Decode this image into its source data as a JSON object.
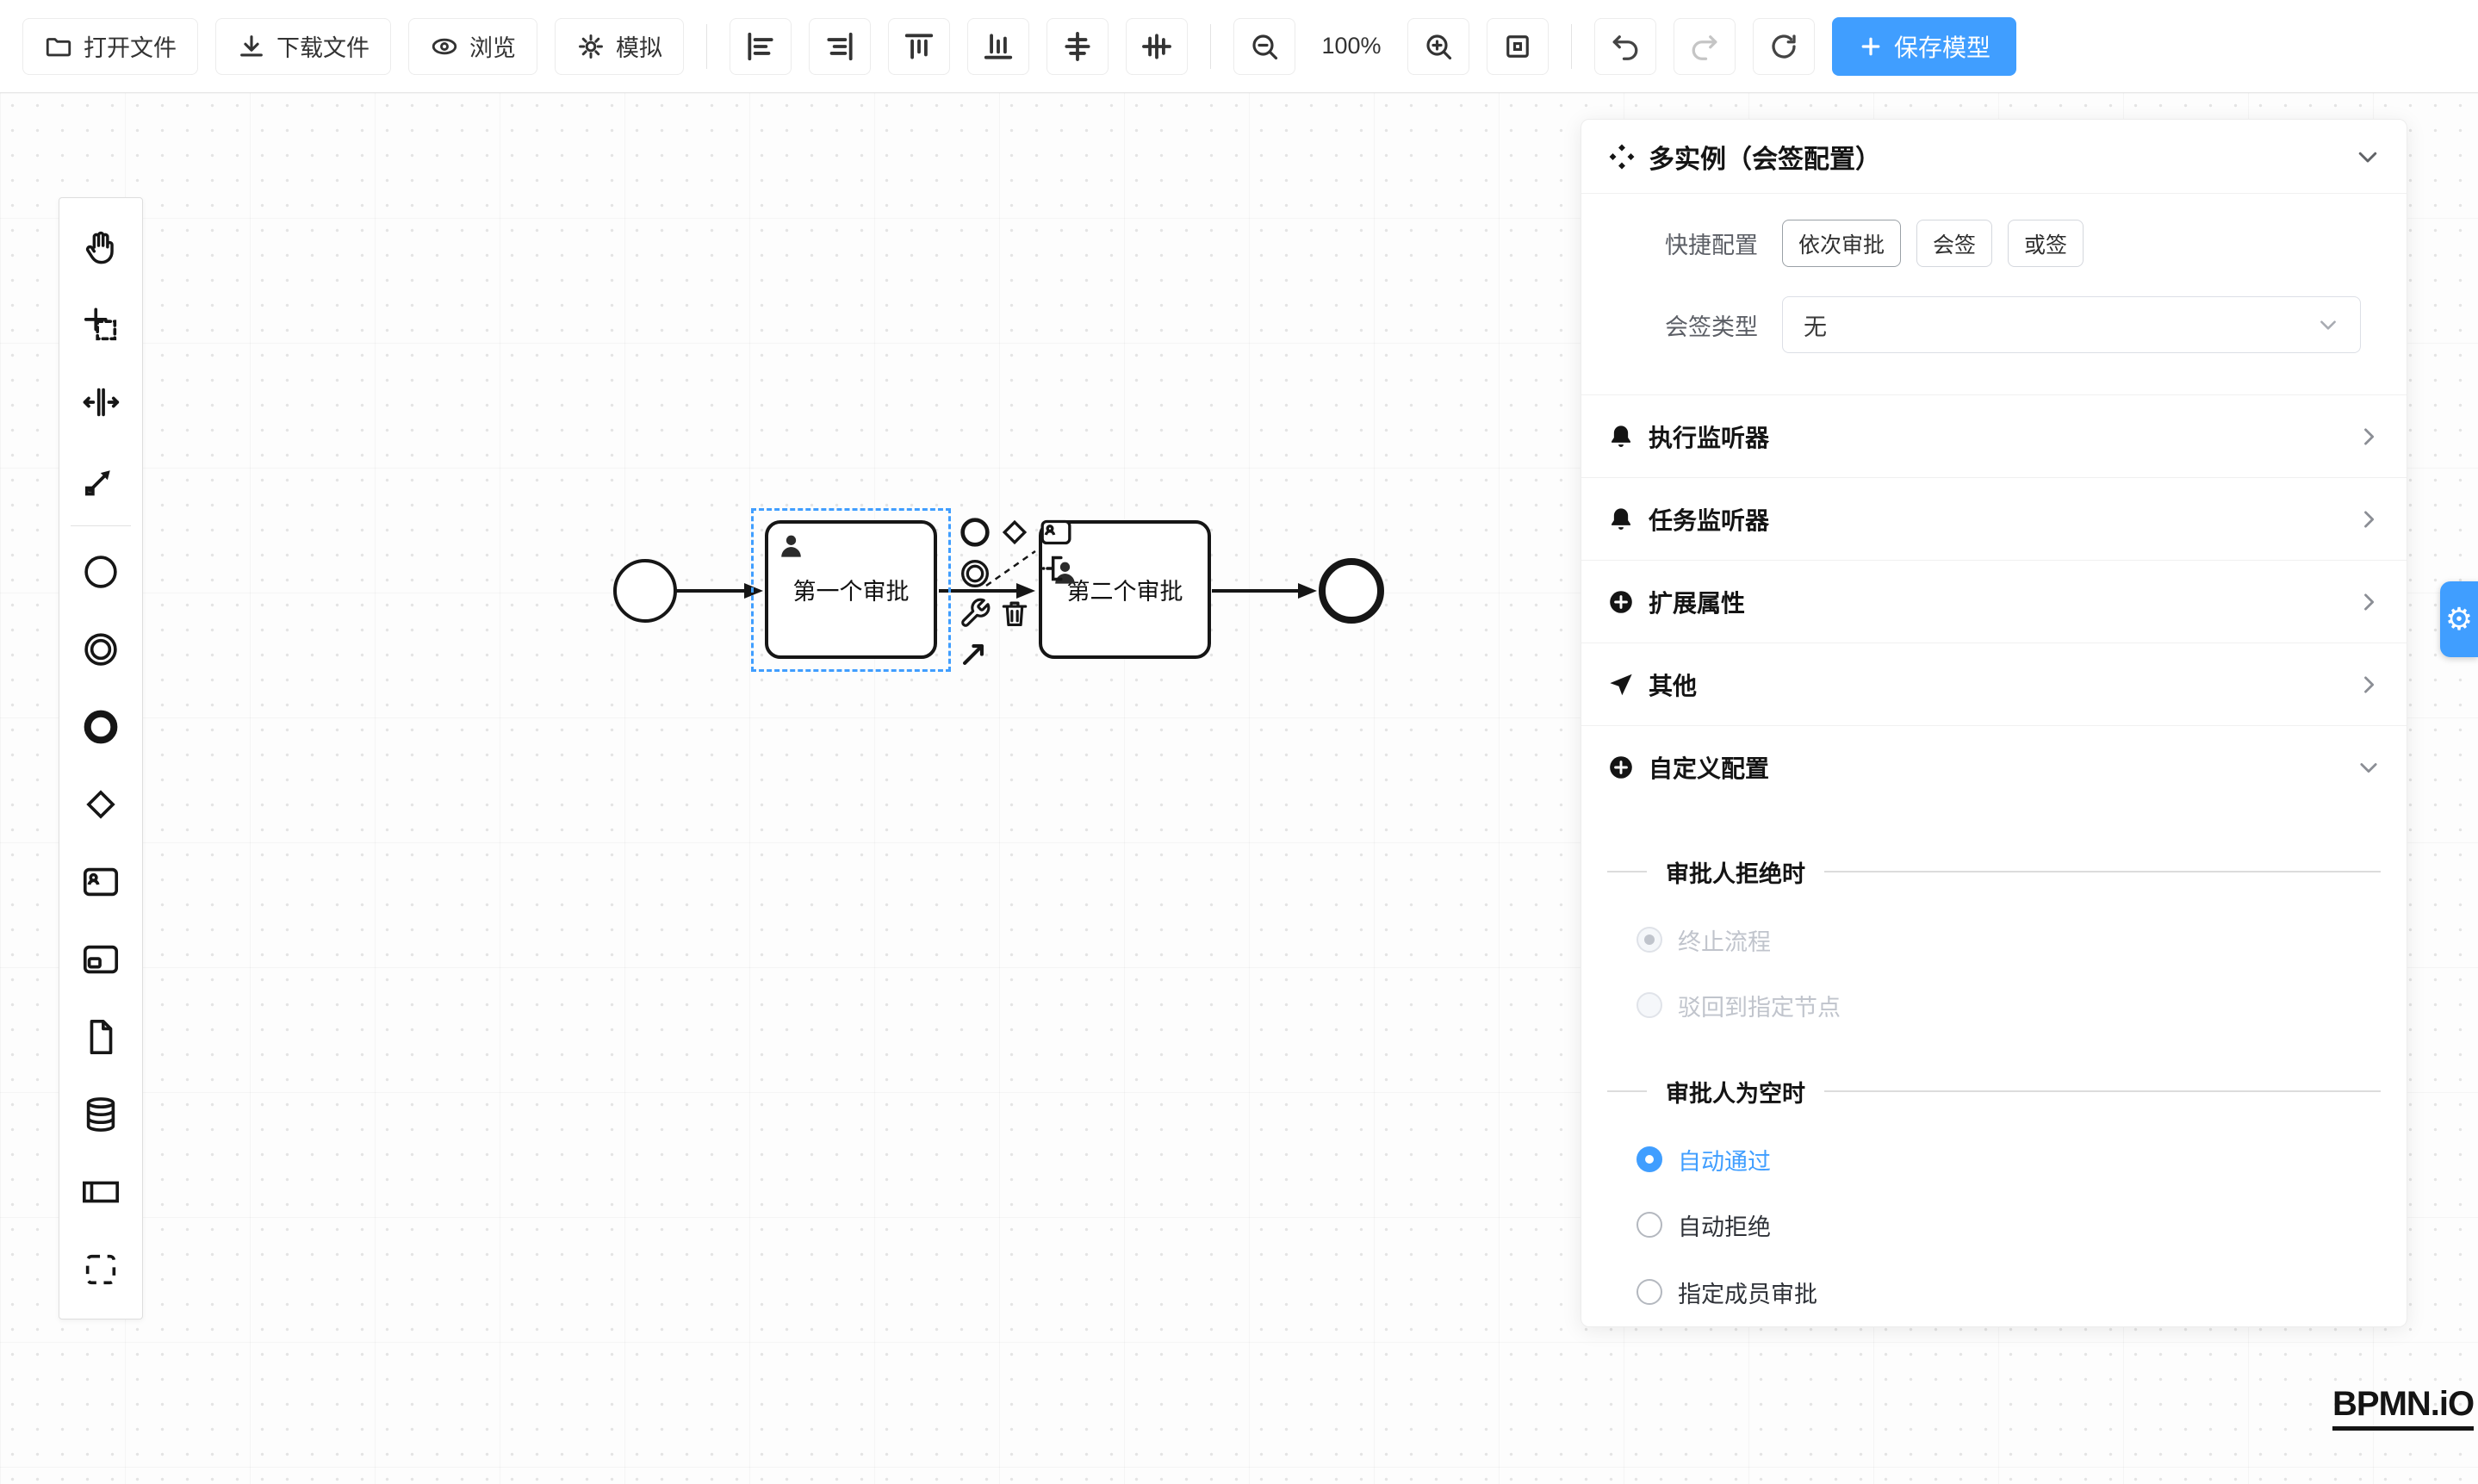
{
  "colors": {
    "accent": "#409EFF",
    "node_stroke": "#161616"
  },
  "toolbar": {
    "open": "打开文件",
    "download": "下载文件",
    "preview": "浏览",
    "simulate": "模拟",
    "zoom": "100%",
    "save": "保存模型",
    "icons": [
      "folder-open",
      "download-arrow",
      "eye",
      "gear",
      "align-left",
      "align-right",
      "align-top",
      "align-bottom",
      "align-center-horizontal",
      "align-center-vertical",
      "zoom-out",
      "zoom-in",
      "fit-viewport",
      "undo",
      "redo",
      "refresh",
      "plus"
    ]
  },
  "palette": {
    "items": [
      "hand-tool",
      "lasso-tool",
      "space-tool",
      "global-connect-tool",
      "start-event",
      "intermediate-event",
      "end-event",
      "gateway",
      "user-task",
      "subprocess",
      "data-object",
      "data-store",
      "participant",
      "group"
    ]
  },
  "canvas": {
    "tasks": [
      {
        "label": "第一个审批",
        "selected": true
      },
      {
        "label": "第二个审批",
        "selected": false
      }
    ],
    "context_pad": [
      "append-end-event",
      "append-gateway",
      "append-user-task",
      "append-intermediate-event",
      "text-annotation",
      "replace-wrench",
      "delete-trash",
      "connect-arrow"
    ]
  },
  "panel": {
    "title": "多实例（会签配置）",
    "quick_label": "快捷配置",
    "quick_options": [
      "依次审批",
      "会签",
      "或签"
    ],
    "type_label": "会签类型",
    "type_value": "无",
    "sections": [
      {
        "label": "执行监听器",
        "icon": "bell",
        "chevron": "right"
      },
      {
        "label": "任务监听器",
        "icon": "bell",
        "chevron": "right"
      },
      {
        "label": "扩展属性",
        "icon": "plus-circle",
        "chevron": "right"
      },
      {
        "label": "其他",
        "icon": "send",
        "chevron": "right"
      },
      {
        "label": "自定义配置",
        "icon": "plus-circle",
        "chevron": "down"
      }
    ],
    "reject": {
      "title": "审批人拒绝时",
      "options": [
        {
          "label": "终止流程",
          "checked": true,
          "disabled": true
        },
        {
          "label": "驳回到指定节点",
          "checked": false,
          "disabled": true
        }
      ]
    },
    "empty": {
      "title": "审批人为空时",
      "options": [
        {
          "label": "自动通过",
          "checked": true,
          "disabled": false
        },
        {
          "label": "自动拒绝",
          "checked": false,
          "disabled": false
        },
        {
          "label": "指定成员审批",
          "checked": false,
          "disabled": false
        }
      ]
    }
  },
  "watermark": {
    "text": "BPMN.iO"
  }
}
